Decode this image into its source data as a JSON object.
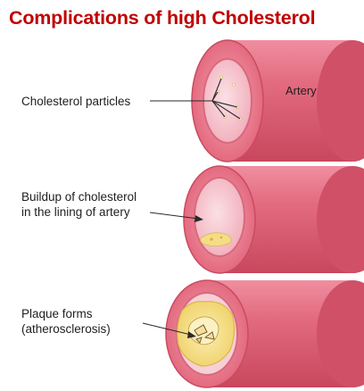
{
  "title": "Complications of high Cholesterol",
  "artery_label": "Artery",
  "panels": [
    {
      "label_lines": [
        "Cholesterol particles"
      ]
    },
    {
      "label_lines": [
        "Buildup of cholesterol",
        "in the lining of artery"
      ]
    },
    {
      "label_lines": [
        "Plaque forms",
        "(atherosclerosis)"
      ]
    }
  ],
  "colors": {
    "title": "#c00000",
    "artery_outer": "#e36b80",
    "artery_dark": "#c8475c",
    "lumen": "#f6c3cc",
    "plaque": "#f3de7e",
    "plaque_edge": "#d9b84a"
  }
}
